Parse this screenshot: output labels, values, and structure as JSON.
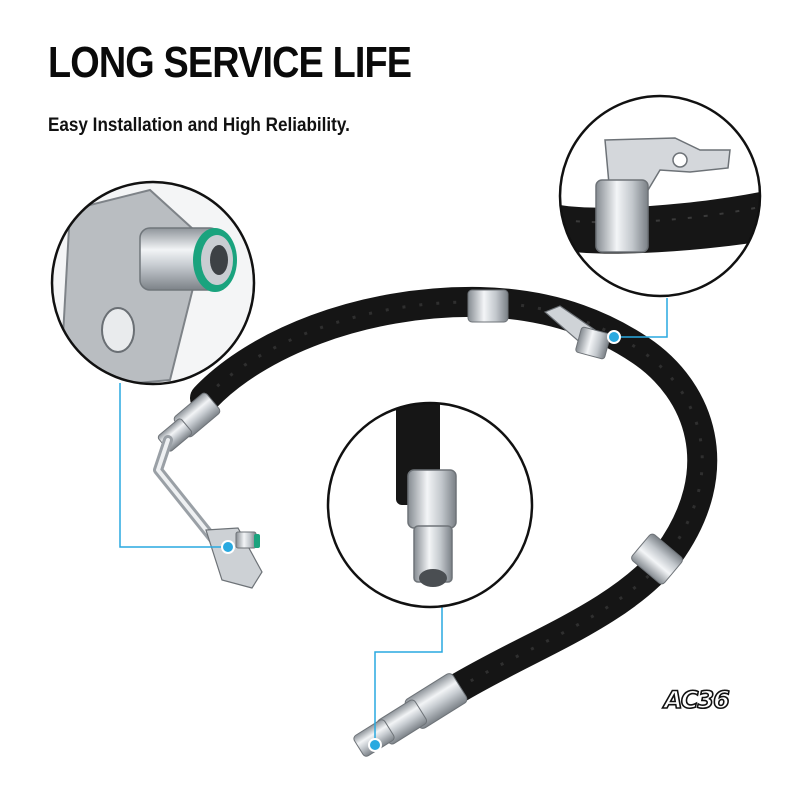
{
  "headline": "LONG SERVICE LIFE",
  "subline": "Easy Installation and High Reliability.",
  "watermark": "AC36",
  "colors": {
    "hose": "#151515",
    "metal": "#c9cdd2",
    "callout": "#29a9e0",
    "oring": "#1aa37e"
  },
  "icons": {
    "callout_dot": "blue-circle-marker"
  }
}
